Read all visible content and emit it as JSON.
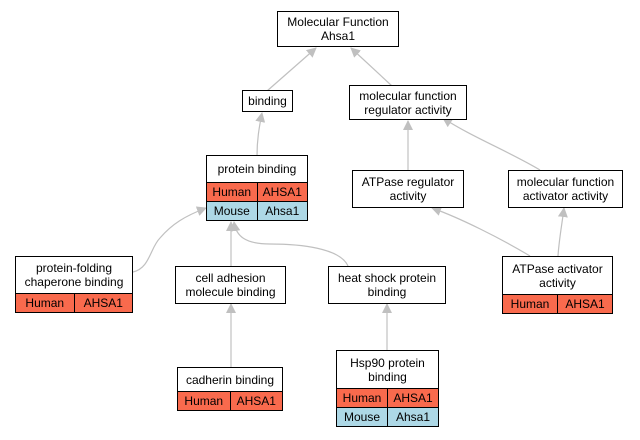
{
  "colors": {
    "human": "#f96a4d",
    "mouse": "#add8e6",
    "edge": "#c0c0c0"
  },
  "nodes": {
    "root": {
      "label": "Molecular Function\nAhsa1"
    },
    "binding": {
      "label": "binding"
    },
    "mf_regulator": {
      "label": "molecular function\nregulator activity"
    },
    "protein_binding": {
      "label": "protein binding",
      "human": [
        "Human",
        "AHSA1"
      ],
      "mouse": [
        "Mouse",
        "Ahsa1"
      ]
    },
    "atpase_regulator": {
      "label": "ATPase regulator\nactivity"
    },
    "mf_activator": {
      "label": "molecular function\nactivator activity"
    },
    "chaperone": {
      "label": "protein-folding\nchaperone binding",
      "human": [
        "Human",
        "AHSA1"
      ]
    },
    "cell_adhesion": {
      "label": "cell adhesion\nmolecule binding"
    },
    "hsp_binding": {
      "label": "heat shock protein\nbinding"
    },
    "atpase_activator": {
      "label": "ATPase activator\nactivity",
      "human": [
        "Human",
        "AHSA1"
      ]
    },
    "cadherin": {
      "label": "cadherin binding",
      "human": [
        "Human",
        "AHSA1"
      ]
    },
    "hsp90": {
      "label": "Hsp90 protein\nbinding",
      "human": [
        "Human",
        "AHSA1"
      ],
      "mouse": [
        "Mouse",
        "Ahsa1"
      ]
    }
  }
}
